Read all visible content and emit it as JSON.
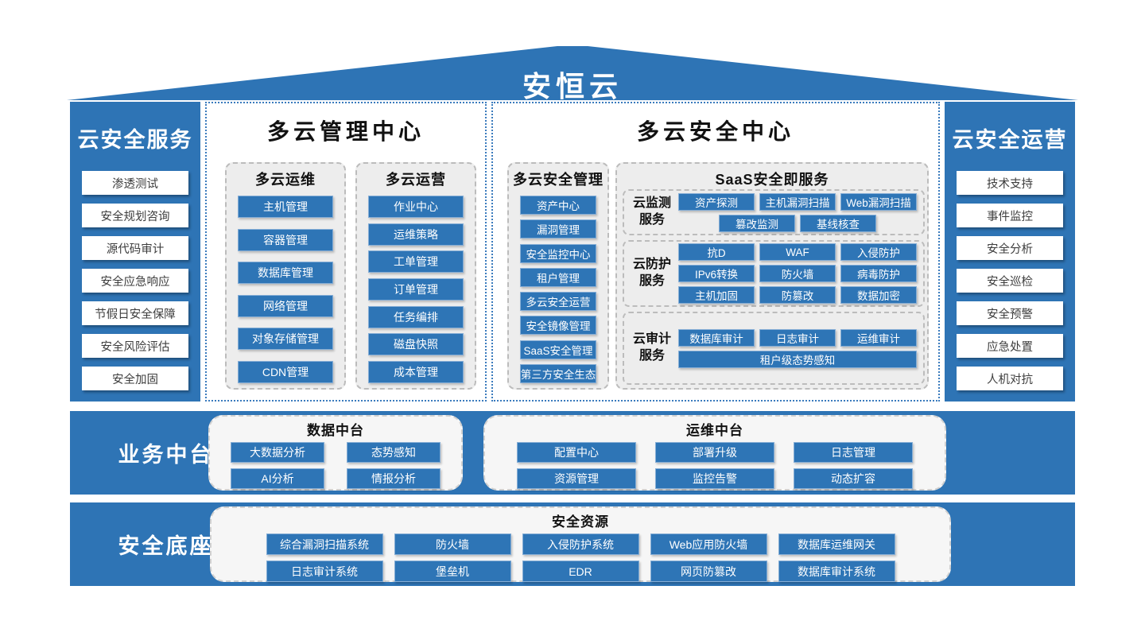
{
  "title": "安恒云",
  "colors": {
    "primary_blue": "#2e74b5",
    "item_blue": "#2e75b6",
    "panel_gray": "#ededed",
    "panel_white": "#f6f6f6"
  },
  "cloud_security_services": {
    "title": "云安全服务",
    "items": [
      "渗透测试",
      "安全规划咨询",
      "源代码审计",
      "安全应急响应",
      "节假日安全保障",
      "安全风险评估",
      "安全加固"
    ]
  },
  "multicloud_management_center": {
    "title": "多云管理中心",
    "groups": [
      {
        "title": "多云运维",
        "items": [
          "主机管理",
          "容器管理",
          "数据库管理",
          "网络管理",
          "对象存储管理",
          "CDN管理"
        ]
      },
      {
        "title": "多云运营",
        "items": [
          "作业中心",
          "运维策略",
          "工单管理",
          "订单管理",
          "任务编排",
          "磁盘快照",
          "成本管理"
        ]
      }
    ]
  },
  "multicloud_security_center": {
    "title": "多云安全中心",
    "security_management": {
      "title": "多云安全管理",
      "items": [
        "资产中心",
        "漏洞管理",
        "安全监控中心",
        "租户管理",
        "多云安全运营",
        "安全镜像管理",
        "SaaS安全管理",
        "第三方安全生态"
      ]
    },
    "saas": {
      "title": "SaaS安全即服务",
      "sections": [
        {
          "label": "云监测服务",
          "rows": [
            [
              "资产探测",
              "主机漏洞扫描",
              "Web漏洞扫描"
            ],
            [
              "篡改监测",
              "基线核查"
            ]
          ]
        },
        {
          "label": "云防护服务",
          "rows": [
            [
              "抗D",
              "WAF",
              "入侵防护"
            ],
            [
              "IPv6转换",
              "防火墙",
              "病毒防护"
            ],
            [
              "主机加固",
              "防篡改",
              "数据加密"
            ]
          ]
        },
        {
          "label": "云审计服务",
          "rows": [
            [
              "数据库审计",
              "日志审计",
              "运维审计"
            ],
            [
              "租户级态势感知"
            ]
          ]
        }
      ]
    }
  },
  "cloud_security_operations": {
    "title": "云安全运营",
    "items": [
      "技术支持",
      "事件监控",
      "安全分析",
      "安全巡检",
      "安全预警",
      "应急处置",
      "人机对抗"
    ]
  },
  "business_middle_platform": {
    "title": "业务中台",
    "groups": [
      {
        "title": "数据中台",
        "rows": [
          [
            "大数据分析",
            "态势感知"
          ],
          [
            "AI分析",
            "情报分析"
          ]
        ]
      },
      {
        "title": "运维中台",
        "rows": [
          [
            "配置中心",
            "部署升级",
            "日志管理"
          ],
          [
            "资源管理",
            "监控告警",
            "动态扩容"
          ]
        ]
      }
    ]
  },
  "security_base": {
    "title": "安全底座",
    "group": {
      "title": "安全资源",
      "rows": [
        [
          "综合漏洞扫描系统",
          "防火墙",
          "入侵防护系统",
          "Web应用防火墙",
          "数据库运维网关"
        ],
        [
          "日志审计系统",
          "堡垒机",
          "EDR",
          "网页防篡改",
          "数据库审计系统"
        ]
      ]
    }
  }
}
